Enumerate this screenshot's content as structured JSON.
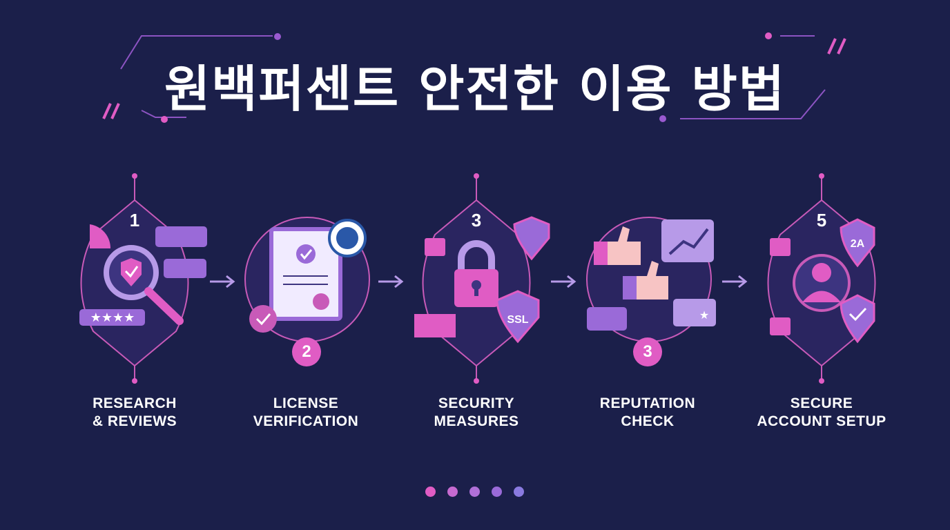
{
  "title": "원백퍼센트 안전한 이용 방법",
  "steps": [
    {
      "number": "1",
      "label_line1": "RESEARCH",
      "label_line2": "& REVIEWS",
      "icon": "magnifier-shield-icon"
    },
    {
      "number": "2",
      "label_line1": "LICENSE",
      "label_line2": "VERIFICATION",
      "icon": "certificate-icon"
    },
    {
      "number": "3",
      "label_line1": "SECURITY",
      "label_line2": "MEASURES",
      "icon": "padlock-icon",
      "badge_text": "SSL"
    },
    {
      "number": "3",
      "label_line1": "REPUTATION",
      "label_line2": "CHECK",
      "icon": "thumbs-up-icon"
    },
    {
      "number": "5",
      "label_line1": "SECURE",
      "label_line2": "ACCOUNT SETUP",
      "icon": "user-shield-icon",
      "badge_text": "2A"
    }
  ],
  "colors": {
    "background": "#1b1f4a",
    "accent_pink": "#e05cc4",
    "accent_purple": "#9a6ad8",
    "line": "#c85ab8"
  },
  "pager_dots": 5
}
